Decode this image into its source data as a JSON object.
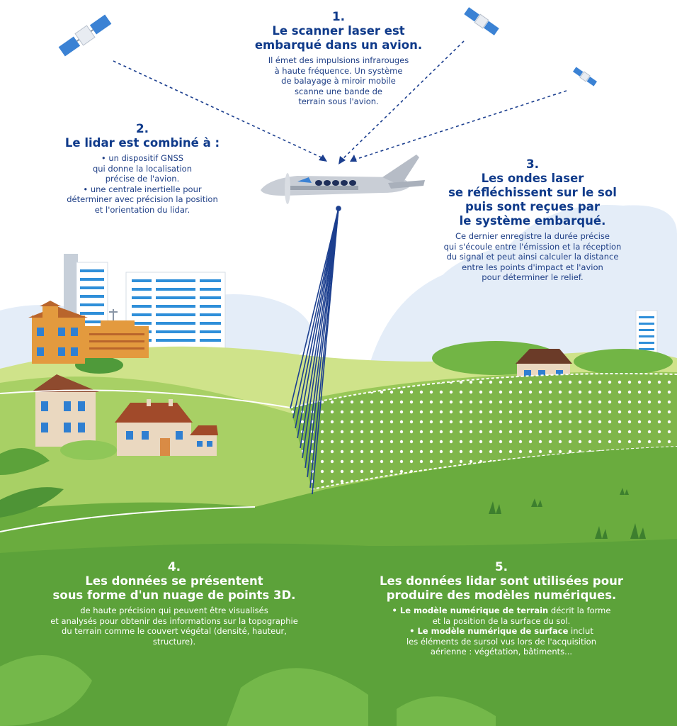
{
  "steps": {
    "s1": {
      "number": "1.",
      "title": [
        "Le scanner laser est",
        "embarqué dans un avion."
      ],
      "body": [
        "Il émet des impulsions infrarouges",
        "à haute fréquence. Un système",
        "de balayage à miroir mobile",
        "scanne une bande de",
        "terrain sous l'avion."
      ]
    },
    "s2": {
      "number": "2.",
      "title": [
        "Le lidar est combiné à :"
      ],
      "body": [
        "• un dispositif GNSS",
        "qui donne la localisation",
        "précise de l'avion.",
        "• une centrale inertielle pour",
        "déterminer avec précision la position",
        "et l'orientation du lidar."
      ]
    },
    "s3": {
      "number": "3.",
      "title": [
        "Les ondes laser",
        "se réfléchissent sur le sol",
        "puis sont reçues par",
        "le système embarqué."
      ],
      "body": [
        "Ce dernier enregistre la durée précise",
        "qui s'écoule entre l'émission et la réception",
        "du signal et peut ainsi calculer la distance",
        "entre les points d'impact et l'avion",
        "pour déterminer le relief."
      ]
    },
    "s4": {
      "number": "4.",
      "title": [
        "Les données se présentent",
        "sous forme d'un nuage de points 3D."
      ],
      "body": [
        "de haute précision qui peuvent être visualisés",
        "et analysés pour obtenir des informations sur la topographie",
        "du terrain comme le couvert végétal (densité, hauteur,",
        "structure)."
      ]
    },
    "s5": {
      "number": "5.",
      "title": [
        "Les données lidar sont utilisées pour",
        "produire des modèles numériques."
      ],
      "mnt_label": "• Le modèle numérique de terrain",
      "mnt_text": " décrit la forme",
      "mnt_line2": "et la position de la surface du sol.",
      "mns_label": "• Le modèle numérique de surface",
      "mns_text": " inclut",
      "mns_line2": "les éléments de sursol vus lors de l'acquisition",
      "mns_line3": "aérienne : végétation, bâtiments..."
    }
  },
  "colors": {
    "title_blue": "#0f3a8a",
    "sky_cloud": "#e4edf8",
    "grass_light": "#b7d96a",
    "grass_mid": "#7fb83f",
    "grass_dark": "#4a9a3a",
    "laser_blue": "#1c3f8f"
  }
}
